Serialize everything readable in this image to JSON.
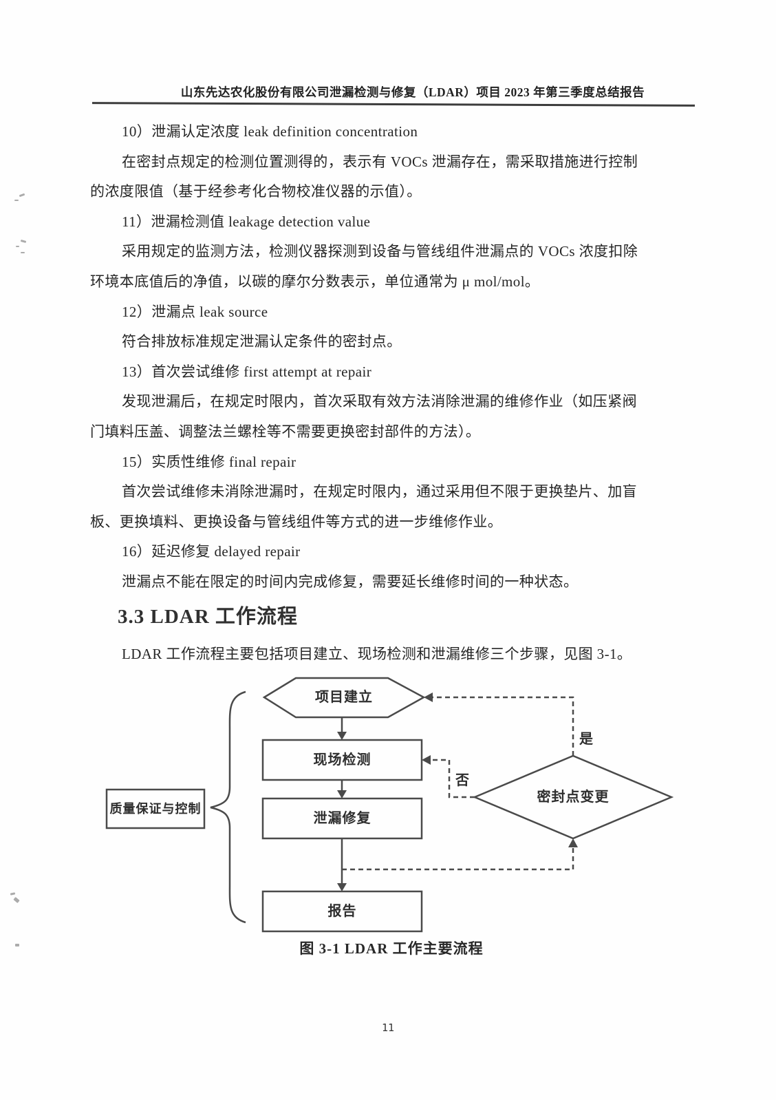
{
  "header": {
    "title": "山东先达农化股份有限公司泄漏检测与修复（LDAR）项目 2023 年第三季度总结报告"
  },
  "body": {
    "lines": [
      "10）泄漏认定浓度 leak definition concentration",
      "在密封点规定的检测位置测得的，表示有 VOCs 泄漏存在，需采取措施进行控制",
      "的浓度限值（基于经参考化合物校准仪器的示值）。",
      "11）泄漏检测值 leakage detection value",
      "采用规定的监测方法，检测仪器探测到设备与管线组件泄漏点的 VOCs 浓度扣除",
      "环境本底值后的净值，以碳的摩尔分数表示，单位通常为 μ mol/mol。",
      "12）泄漏点 leak source",
      "符合排放标准规定泄漏认定条件的密封点。",
      "13）首次尝试维修 first attempt at repair",
      "发现泄漏后，在规定时限内，首次采取有效方法消除泄漏的维修作业（如压紧阀",
      "门填料压盖、调整法兰螺栓等不需要更换密封部件的方法）。",
      "15）实质性维修 final repair",
      "首次尝试维修未消除泄漏时，在规定时限内，通过采用但不限于更换垫片、加盲",
      "板、更换填料、更换设备与管线组件等方式的进一步维修作业。",
      "16）延迟修复 delayed repair",
      "泄漏点不能在限定的时间内完成修复，需要延长维修时间的一种状态。"
    ]
  },
  "section": {
    "heading": "3.3 LDAR 工作流程",
    "intro": "LDAR 工作流程主要包括项目建立、现场检测和泄漏维修三个步骤，见图 3-1。"
  },
  "flowchart": {
    "nodes": {
      "start": "项目建立",
      "detect": "现场检测",
      "repair": "泄漏修复",
      "report": "报告",
      "qa": "质量保证与控制",
      "decision": "密封点变更"
    },
    "labels": {
      "yes": "是",
      "no": "否"
    },
    "caption": "图 3-1 LDAR 工作主要流程"
  },
  "footer": {
    "page_number": "11"
  }
}
